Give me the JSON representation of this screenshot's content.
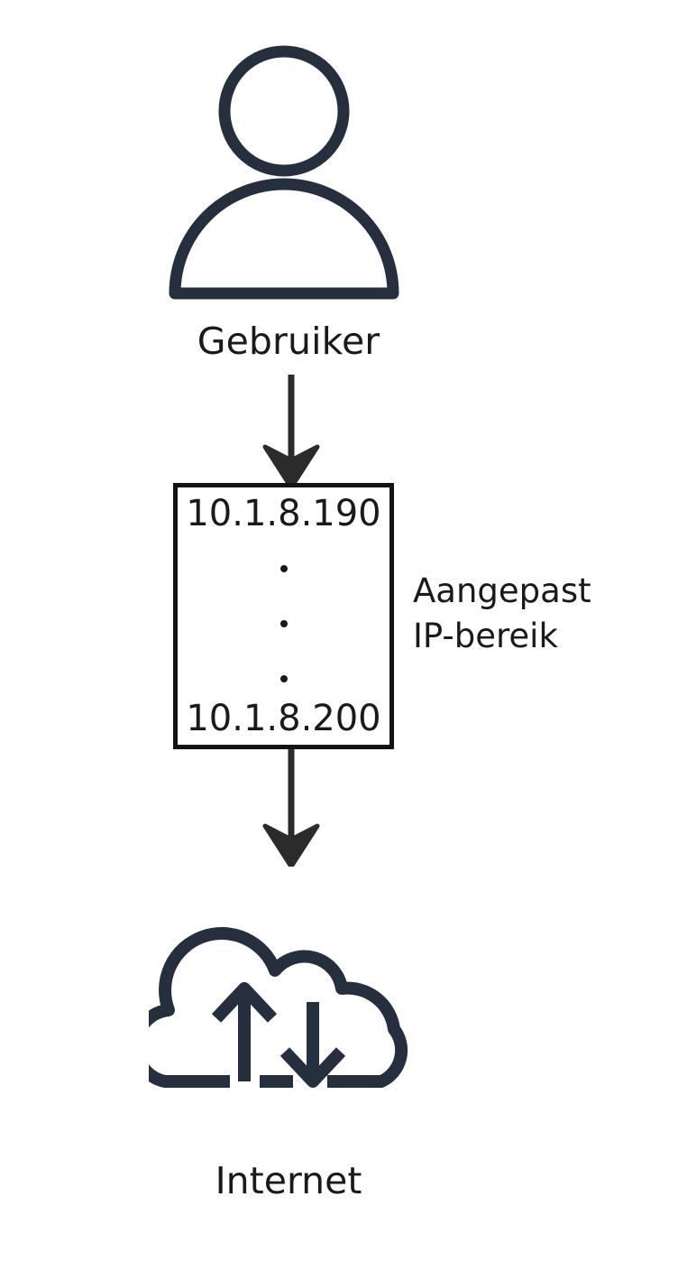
{
  "diagram": {
    "title": "Aangepast IP-bereik netwerkdiagram",
    "background_color": "#ffffff",
    "icon_color": "#262f3d",
    "text_color": "#1a1a1a",
    "box_border_color": "#131313"
  },
  "nodes": {
    "user": {
      "icon": "user-icon",
      "label": "Gebruiker"
    },
    "ip_range": {
      "start_address": "10.1.8.190",
      "end_address": "10.1.8.200",
      "ellipsis_dots": [
        "•",
        "•",
        "•"
      ],
      "side_label_line1": "Aangepast",
      "side_label_line2": "IP-bereik"
    },
    "internet": {
      "icon": "cloud-upload-download-icon",
      "label": "Internet"
    }
  },
  "connectors": {
    "user_to_range": {
      "name": "arrow-down",
      "from": "user",
      "to": "ip_range"
    },
    "range_to_internet": {
      "name": "arrow-down",
      "from": "ip_range",
      "to": "internet"
    }
  }
}
